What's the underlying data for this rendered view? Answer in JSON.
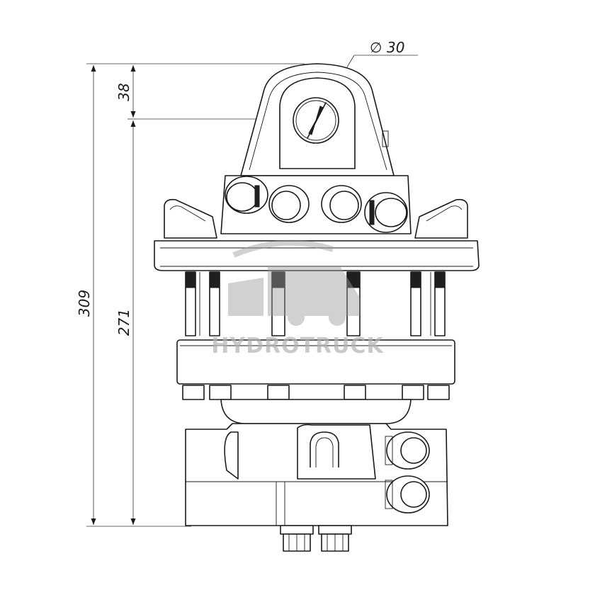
{
  "dimensions": {
    "diameter_label": "30",
    "diameter_symbol": "∅",
    "top_offset": "38",
    "total_height": "309",
    "lower_height": "271"
  },
  "watermark": {
    "text": "HYDROTRUCK",
    "icon": "truck-icon"
  }
}
